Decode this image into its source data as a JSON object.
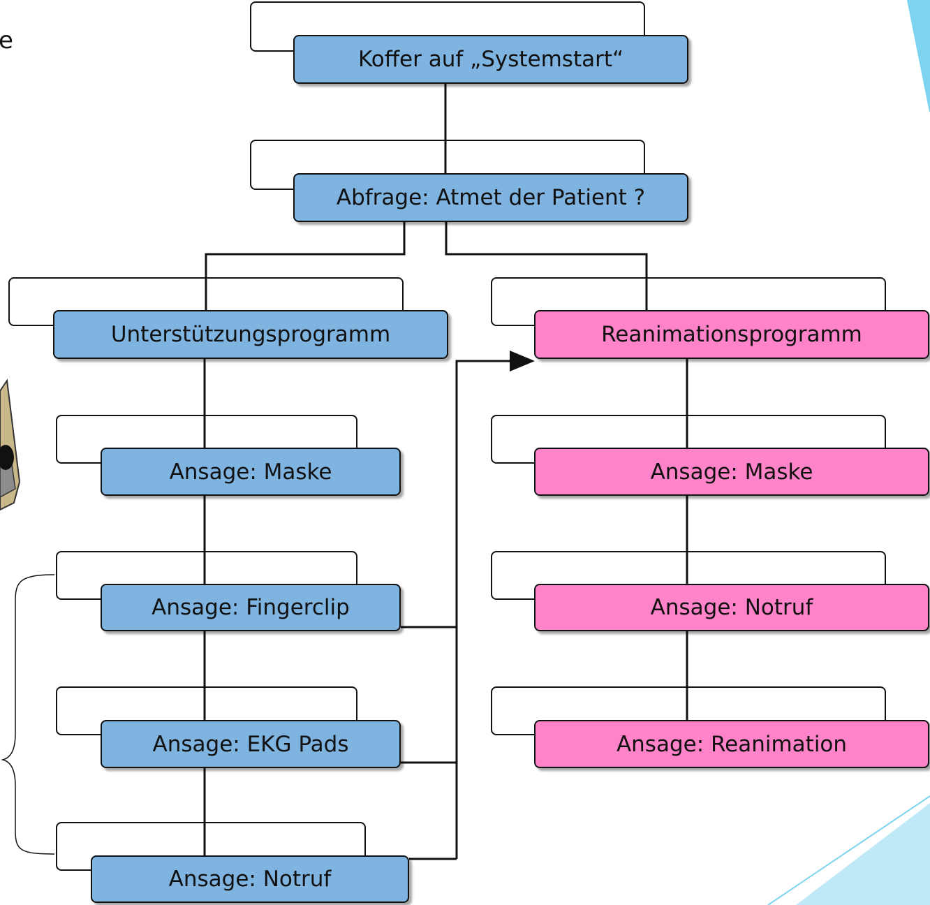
{
  "diagram": {
    "edge_fragment": "e",
    "nodes": {
      "start": "Koffer auf „Systemstart“",
      "query": "Abfrage: Atmet der Patient ?",
      "support": "Unterstützungsprogramm",
      "reanimation": "Reanimationsprogramm",
      "s_mask": "Ansage: Maske",
      "s_fingerclip": "Ansage: Fingerclip",
      "s_ekg": "Ansage: EKG Pads",
      "s_notruf": "Ansage: Notruf",
      "r_mask": "Ansage: Maske",
      "r_notruf": "Ansage: Notruf",
      "r_reanimation": "Ansage: Reanimation"
    },
    "colors": {
      "support_branch": "#7fb3e0",
      "reanimation_branch": "#ff83c9",
      "accent_shape": "#7dd3f0"
    }
  }
}
